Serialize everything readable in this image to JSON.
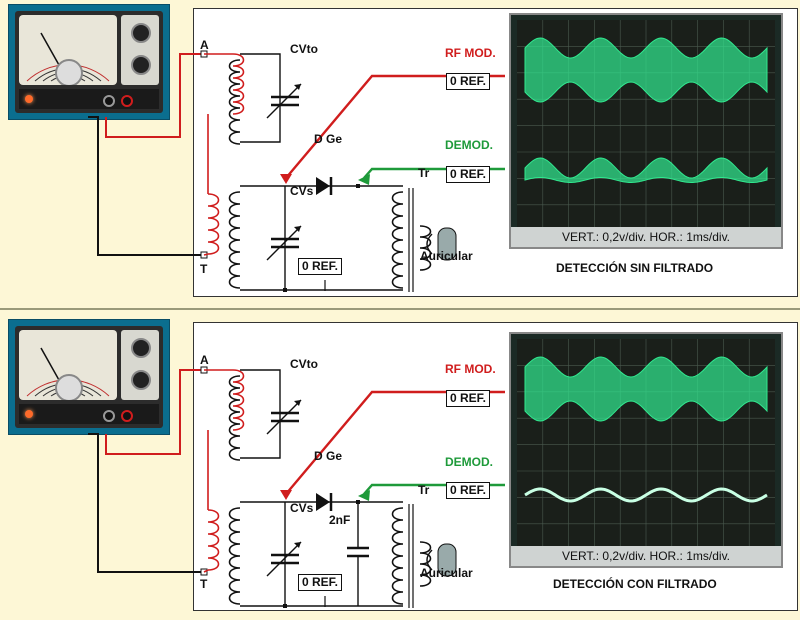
{
  "colors": {
    "background": "#fdf7d6",
    "rf_wire": "#d01d1d",
    "demod_wire": "#1e9a3a",
    "trace": "#31e88f",
    "generator_case": "#0b6e8f"
  },
  "labels": {
    "a": "A",
    "t": "T",
    "cvto": "CVto",
    "cvs": "CVs",
    "dge": "D Ge",
    "tr": "Tr",
    "rf_mod": "RF MOD.",
    "demod": "DEMOD.",
    "ref": "0 REF.",
    "auricular": "Auricular",
    "scope_info": "VERT.: 0,2v/div.  HOR.: 1ms/div.",
    "cap_2nf": "2nF"
  },
  "panels": [
    {
      "caption": "DETECCIÓN SIN FILTRADO",
      "filtered": false
    },
    {
      "caption": "DETECCIÓN CON FILTRADO",
      "filtered": true
    }
  ],
  "icons": [
    "signal-generator-icon",
    "headphone-icon",
    "variable-capacitor-icon",
    "diode-icon",
    "inductor-icon",
    "transformer-icon",
    "oscilloscope-icon"
  ]
}
